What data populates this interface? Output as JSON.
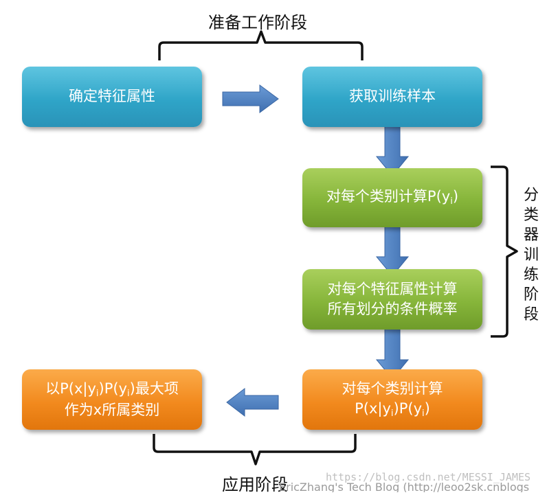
{
  "labels": {
    "prep_stage": "准备工作阶段",
    "train_stage_chars": [
      "分",
      "类",
      "器",
      "训",
      "练",
      "阶",
      "段"
    ],
    "apply_stage": "应用阶段"
  },
  "boxes": {
    "determine_features": "确定特征属性",
    "get_samples": "获取训练样本",
    "compute_prior": {
      "prefix": "对每个类别计算P(y",
      "sub": "i",
      "suffix": ")"
    },
    "compute_conditional": {
      "line1": "对每个特征属性计算",
      "line2": "所有划分的条件概率"
    },
    "compute_posterior": {
      "line1": "对每个类别计算",
      "p1": "P(x|y",
      "s1": "i",
      "p2": ")P(y",
      "s2": "i",
      "p3": ")"
    },
    "max_term": {
      "p1": "以P(x|y",
      "s1": "i",
      "p2": ")P(y",
      "s2": "i",
      "p3": ")最大项",
      "line2": "作为x所属类别"
    }
  },
  "watermarks": {
    "csdn": "https://blog.csdn.net/MESSI_JAMES",
    "blog": "EricZhang's Tech Blog (http://leoo2sk.cnblogs"
  },
  "colors": {
    "blue_box": "#2fa5c8",
    "green_box": "#86b53a",
    "orange_box": "#f28a1e",
    "arrow": "#4a7fc0"
  }
}
